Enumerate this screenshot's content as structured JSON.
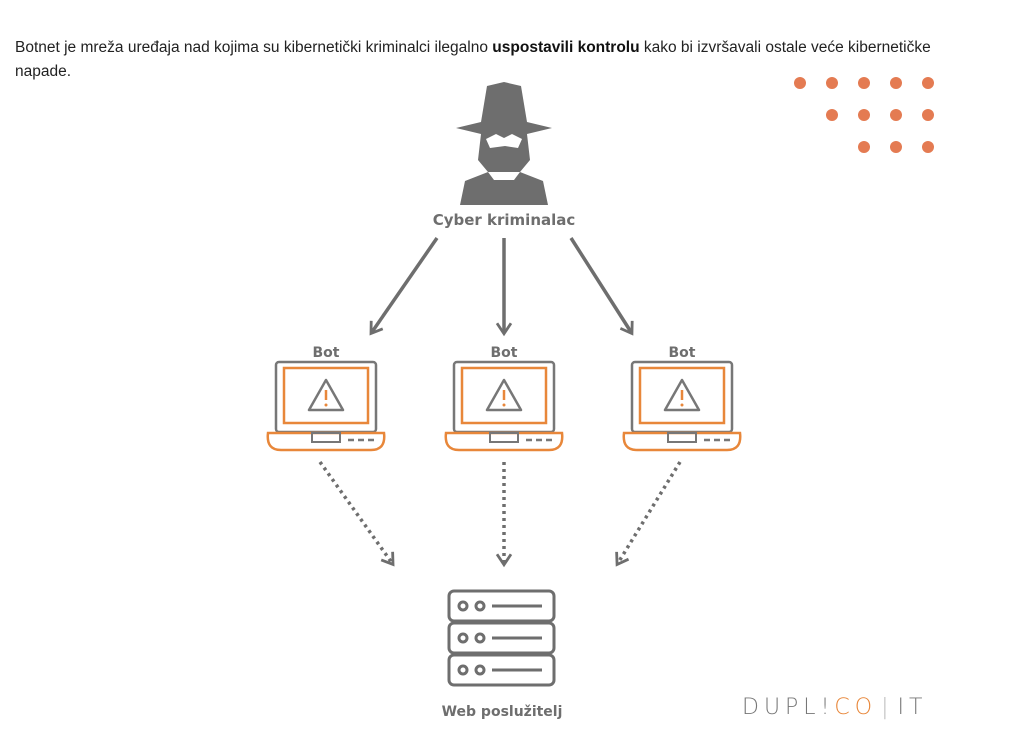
{
  "intro": {
    "text_before": "Botnet je mreža uređaja nad kojima su kibernetički kriminalci ilegalno ",
    "text_bold": "uspostavili kontrolu",
    "text_after": " kako bi izvršavali ostale veće kibernetičke napade."
  },
  "diagram": {
    "attacker_label": "Cyber kriminalac",
    "bots": [
      {
        "label": "Bot"
      },
      {
        "label": "Bot"
      },
      {
        "label": "Bot"
      }
    ],
    "server_label": "Web poslužitelj"
  },
  "logo": {
    "part1": "DUPL",
    "part2": "!",
    "part3": "CO",
    "sep": "|",
    "part4": "IT"
  },
  "colors": {
    "gray": "#6e6e6e",
    "orange": "#e8873a",
    "dots": "#e47b52"
  }
}
